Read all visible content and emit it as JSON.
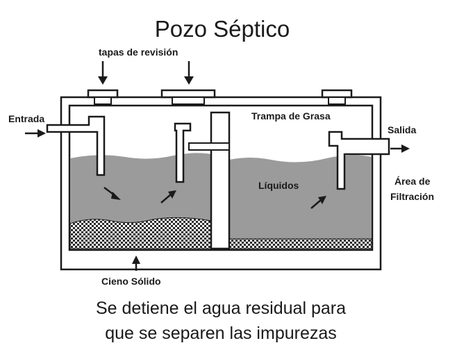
{
  "title": "Pozo Séptico",
  "labels": {
    "tapas": "tapas de revisión",
    "entrada": "Entrada",
    "trampa": "Trampa de Grasa",
    "salida": "Salida",
    "liquidos": "Líquidos",
    "area_line1": "Área de",
    "area_line2": "Filtración",
    "cieno": "Cieno Sólido"
  },
  "caption": {
    "line1": "Se detiene el agua residual para",
    "line2": "que se separen las impurezas"
  },
  "colors": {
    "liquid": "#9b9b9b",
    "ink": "#1a1a1a",
    "sludge": "#2a2a2a"
  }
}
